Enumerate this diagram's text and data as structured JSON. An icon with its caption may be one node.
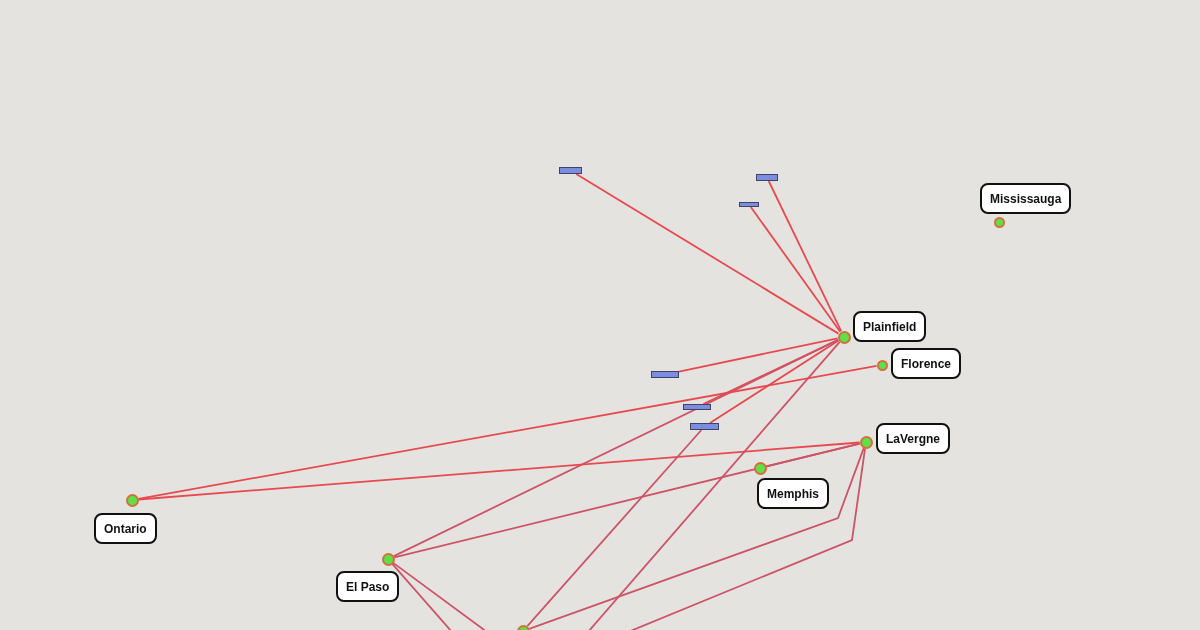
{
  "diagram": {
    "nodes": [
      {
        "text": [],
        "shape": "bar"
      },
      {
        "text": [],
        "shape": "bar"
      },
      {
        "text": [],
        "shape": "bar"
      },
      {
        "text": [
          "Mississauga"
        ]
      },
      {
        "text": [
          "Plainfield"
        ]
      },
      {
        "text": [
          "Florence"
        ]
      },
      {
        "text": [],
        "shape": "bar"
      },
      {
        "text": [],
        "shape": "bar"
      },
      {
        "text": [],
        "shape": "bar"
      },
      {
        "text": [
          "LaVergne"
        ]
      },
      {
        "text": [
          "Memphis"
        ]
      },
      {
        "text": [
          "Ontario"
        ]
      },
      {
        "text": [
          "El Paso"
        ]
      },
      {
        "text": [],
        "shape": "circle"
      }
    ],
    "edges": [
      {
        "from": 0,
        "to": 4,
        "arrow": "none"
      },
      {
        "from": 1,
        "to": 4,
        "arrow": "none"
      },
      {
        "from": 2,
        "to": 4,
        "arrow": "none"
      },
      {
        "from": 6,
        "to": 4,
        "arrow": "none"
      },
      {
        "from": 7,
        "to": 4,
        "arrow": "none"
      },
      {
        "from": 8,
        "to": 4,
        "arrow": "none"
      },
      {
        "from": 12,
        "to": 4,
        "arrow": "none",
        "color": "#cc5466"
      },
      {
        "from": null,
        "to": 4,
        "arrow": "none",
        "color": "#cc5466"
      },
      {
        "from": 11,
        "to": 5,
        "arrow": "none"
      },
      {
        "from": 11,
        "to": 9,
        "arrow": "none"
      },
      {
        "from": 12,
        "to": 9,
        "arrow": "none",
        "color": "#cc5466"
      },
      {
        "from": 10,
        "to": 9,
        "arrow": "none",
        "color": "#cc5466"
      },
      {
        "from": 12,
        "to": null,
        "arrow": "none",
        "color": "#cc5466"
      },
      {
        "from": 12,
        "to": null,
        "arrow": "none",
        "color": "#cc5466"
      },
      {
        "from": 13,
        "to": 8,
        "arrow": "none",
        "color": "#cc5466"
      },
      {
        "from": 13,
        "to": 9,
        "arrow": "none",
        "color": "#cc5466"
      },
      {
        "from": null,
        "to": 9,
        "arrow": "none",
        "color": "#cc5466"
      }
    ]
  }
}
